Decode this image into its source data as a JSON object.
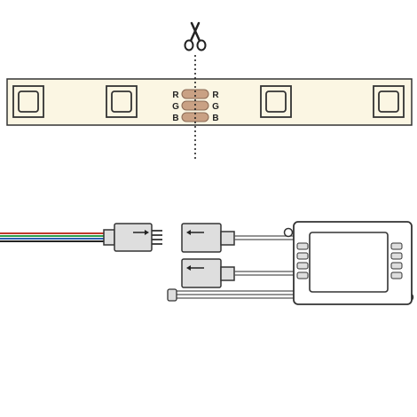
{
  "strip": {
    "pads_left": [
      "R",
      "G",
      "B"
    ],
    "pads_right": [
      "R",
      "G",
      "B"
    ],
    "led_count": 4
  },
  "icons": {
    "cut": "scissors-icon"
  },
  "colors": {
    "strip_fill": "#fbf6e3",
    "outline": "#333333",
    "pad_fill": "#c9a184",
    "connector_fill": "#dedede",
    "cable_red": "#c0392b",
    "cable_green": "#2e9e4b",
    "cable_blue": "#2f5fb0",
    "cable_black": "#222222"
  }
}
